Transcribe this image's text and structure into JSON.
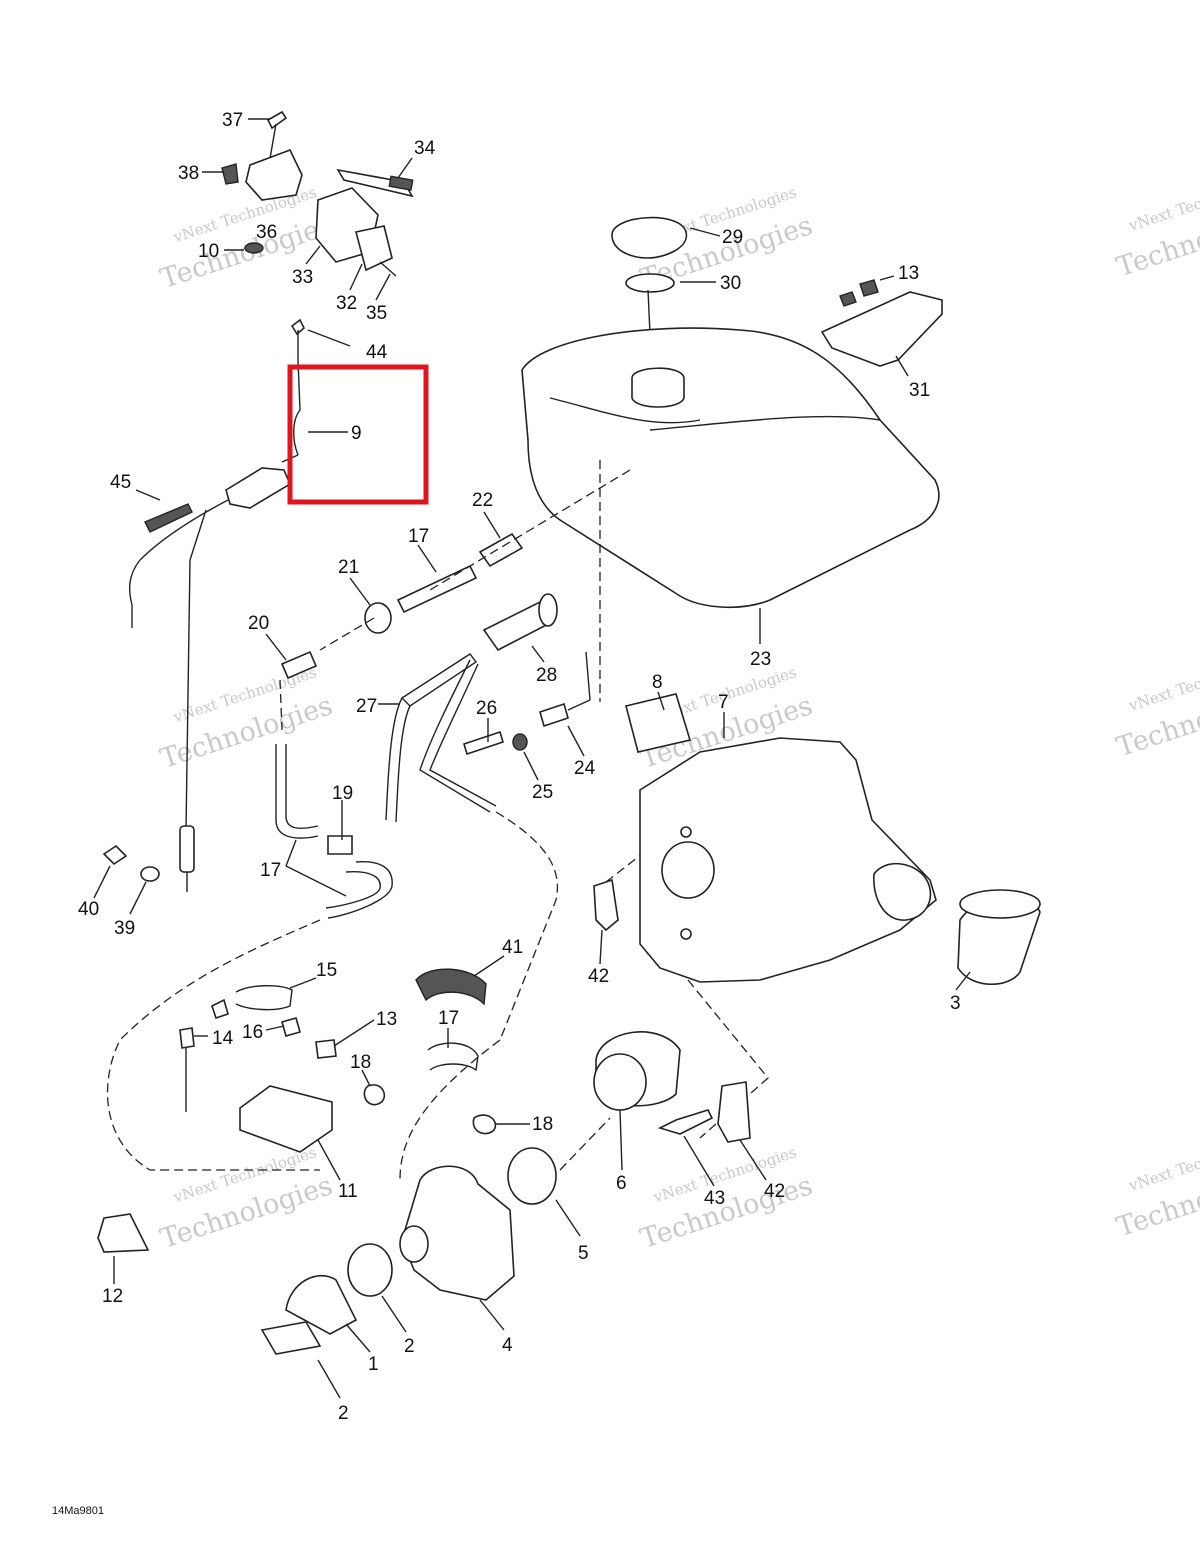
{
  "diagram": {
    "figure_code": "14Ma9801",
    "highlight_color": "#e0141e",
    "watermark": {
      "line1": "vNext Technologies",
      "line2": "Technologies"
    },
    "callouts": {
      "c37": "37",
      "c38": "38",
      "c34": "34",
      "c36": "36",
      "c10": "10",
      "c33": "33",
      "c32": "32",
      "c35": "35",
      "c44": "44",
      "c9": "9",
      "c45": "45",
      "c29": "29",
      "c30": "30",
      "c13a": "13",
      "c31": "31",
      "c22": "22",
      "c17a": "17",
      "c21": "21",
      "c20": "20",
      "c28": "28",
      "c23": "23",
      "c27": "27",
      "c26": "26",
      "c8": "8",
      "c7": "7",
      "c24": "24",
      "c25": "25",
      "c19": "19",
      "c17b": "17",
      "c40": "40",
      "c39": "39",
      "c42a": "42",
      "c3": "3",
      "c41": "41",
      "c15": "15",
      "c14": "14",
      "c16": "16",
      "c13b": "13",
      "c17c": "17",
      "c18a": "18",
      "c18b": "18",
      "c11": "11",
      "c6": "6",
      "c42b": "42",
      "c43": "43",
      "c5": "5",
      "c12": "12",
      "c4": "4",
      "c2a": "2",
      "c1": "1",
      "c2b": "2"
    }
  }
}
